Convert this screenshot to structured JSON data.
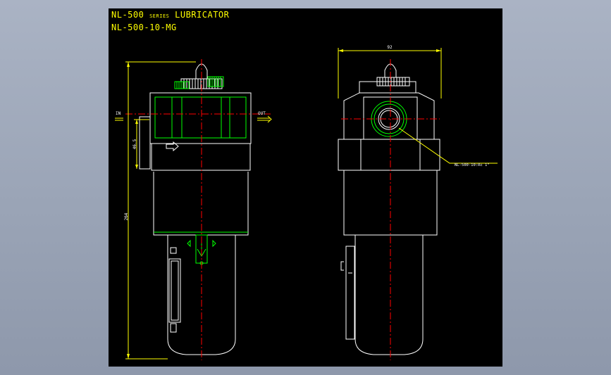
{
  "title": {
    "series_name": "NL-500",
    "series_word": "SERIES",
    "product": "LUBRICATOR",
    "model": "NL-500-10-MG"
  },
  "labels": {
    "inlet": "IN",
    "outlet": "OUT",
    "port_callout": "NL-500-10:Rc 1\""
  },
  "dimensions": {
    "overall_height": "264",
    "inlet_offset": "46.5",
    "body_width": "92"
  },
  "colors": {
    "background": "#000000",
    "outline": "#ffffff",
    "centerline": "#ff0000",
    "accent": "#00ff00",
    "annotation": "#ffff00"
  }
}
